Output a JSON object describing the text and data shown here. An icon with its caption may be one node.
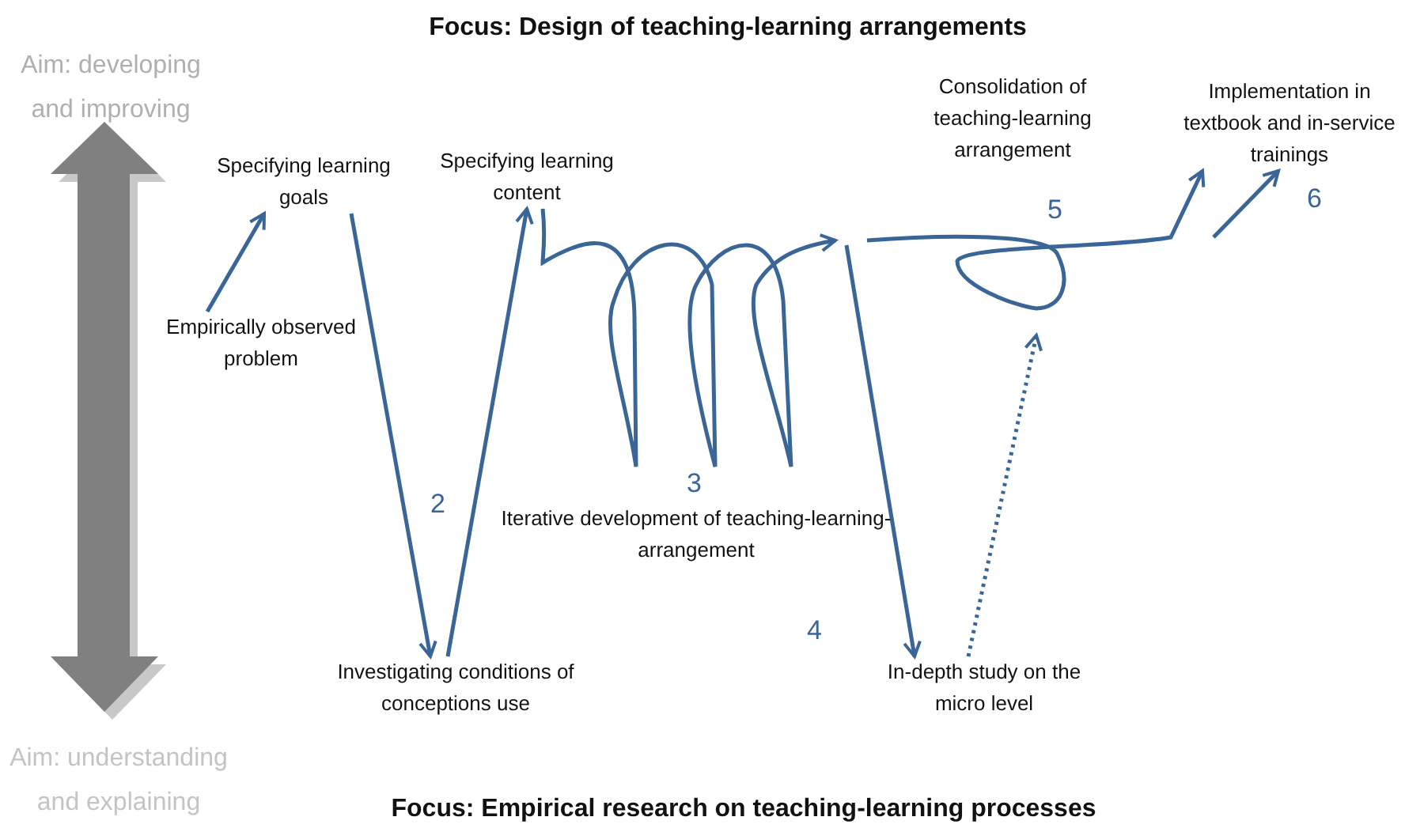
{
  "diagram": {
    "title": "Focus: Design of teaching-learning arrangements",
    "caption": "Focus: Empirical research on teaching-learning processes",
    "nodes": [
      {
        "text": [
          "Empirically observed problem"
        ]
      },
      {
        "text": [
          "Specifying learning goals"
        ]
      },
      {
        "text": [
          "Investigating conditions of conceptions use"
        ]
      },
      {
        "text": [
          "Specifying learning content"
        ]
      },
      {
        "text": [
          "Iterative development of teaching-learning-arrangement"
        ],
        "beside": [
          "3"
        ]
      },
      {
        "text": [
          "In-depth study on the micro level"
        ],
        "beside": [
          "4"
        ]
      },
      {
        "text": [
          "Consolidation of teaching-learning arrangement"
        ],
        "beside": [
          "5"
        ]
      },
      {
        "text": [
          "Implementation in textbook and in-service trainings"
        ],
        "beside": [
          "6"
        ]
      }
    ],
    "edges": [
      {
        "from": 0,
        "to": 1,
        "arrow": "to"
      },
      {
        "from": 1,
        "to": 2,
        "arrow": "to"
      },
      {
        "from": 2,
        "to": 3,
        "arrow": "to"
      },
      {
        "from": 3,
        "to": null,
        "arrow": "to"
      },
      {
        "from": null,
        "to": 5,
        "arrow": "to"
      },
      {
        "from": null,
        "to": 7,
        "arrow": "to"
      },
      {
        "from": 5,
        "to": null,
        "arrow": "to",
        "style": "dashed"
      },
      {
        "from": null,
        "to": 7,
        "arrow": "to"
      }
    ],
    "labels": [
      "Aim: developing and improving",
      "2",
      "Aim: understanding and explaining"
    ]
  }
}
